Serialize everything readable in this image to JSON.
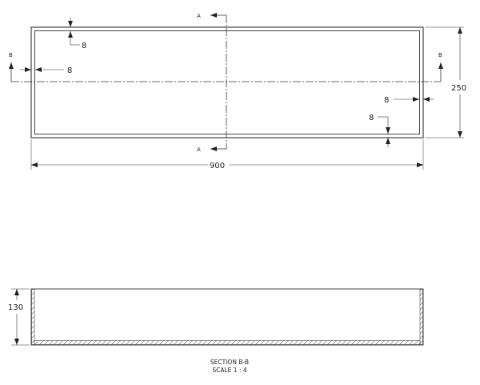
{
  "top_view": {
    "section_a_label_top": "A",
    "section_a_label_bottom": "A",
    "section_b_label_left": "B",
    "section_b_label_right": "B",
    "dim_top_wall": "8",
    "dim_left_wall": "8",
    "dim_right_wall": "8",
    "dim_bottom_wall": "8",
    "dim_width": "250",
    "dim_length": "900"
  },
  "section_view": {
    "dim_height": "130",
    "title": "SECTION B-B",
    "scale": "SCALE 1 : 4"
  }
}
